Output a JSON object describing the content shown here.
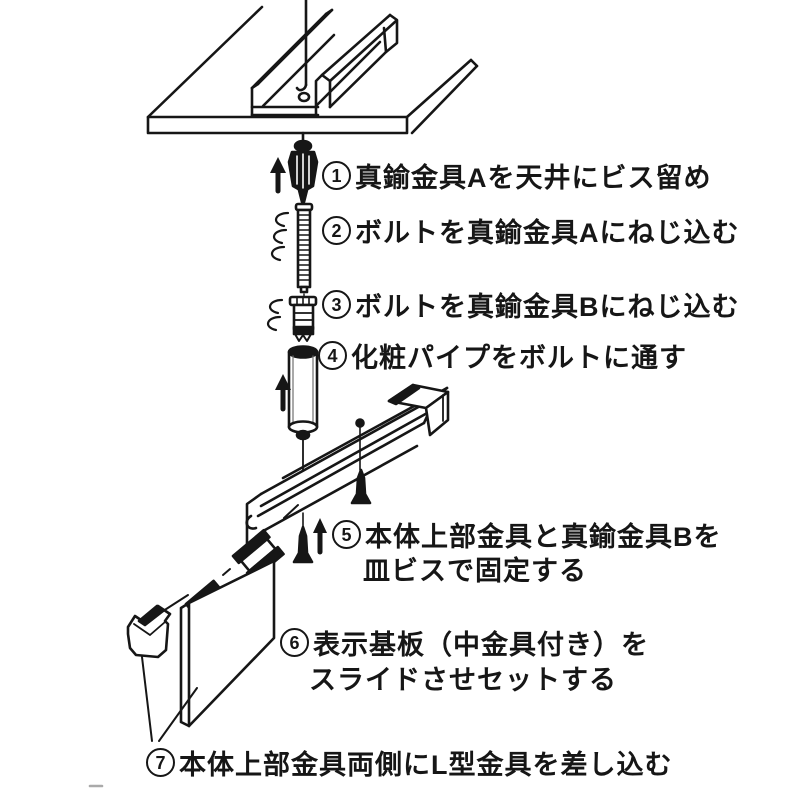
{
  "figure": {
    "background_color": "#ffffff",
    "ink_color": "#161616",
    "steps": [
      {
        "num": "1",
        "text": "真鍮金具Aを天井にビス留め"
      },
      {
        "num": "2",
        "text": "ボルトを真鍮金具Aにねじ込む"
      },
      {
        "num": "3",
        "text": "ボルトを真鍮金具Bにねじ込む"
      },
      {
        "num": "4",
        "text": "化粧パイプをボルトに通す"
      },
      {
        "num": "5",
        "text": "本体上部金具と真鍮金具Bを",
        "text2": "皿ビスで固定する"
      },
      {
        "num": "6",
        "text": "表示基板（中金具付き）を",
        "text2": "スライドさせセットする"
      },
      {
        "num": "7",
        "text": "本体上部金具両側にL型金具を差し込む"
      }
    ]
  }
}
